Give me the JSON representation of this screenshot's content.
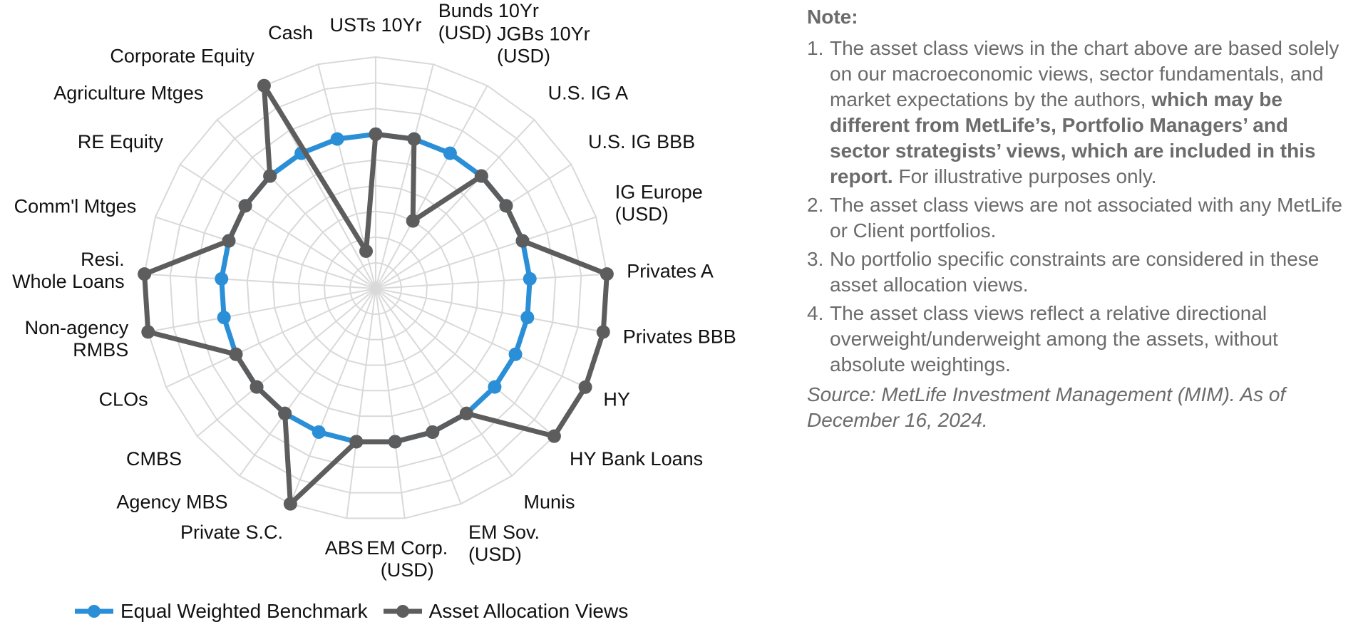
{
  "colors": {
    "benchmark": "#2a8fd6",
    "views": "#5d5d5d",
    "grid": "#d9d9d9"
  },
  "chart_data": {
    "type": "radar",
    "categories": [
      "USTs 10Yr",
      "Bunds 10Yr (USD)",
      "JGBs 10Yr (USD)",
      "U.S. IG A",
      "U.S. IG BBB",
      "IG Europe (USD)",
      "Privates A",
      "Privates BBB",
      "HY",
      "HY Bank Loans",
      "Munis",
      "EM Sov. (USD)",
      "EM Corp. (USD)",
      "ABS",
      "Private S.C.",
      "Agency MBS",
      "CMBS",
      "CLOs",
      "Non-agency RMBS",
      "Resi. Whole Loans",
      "Comm'l Mtges",
      "RE Equity",
      "Agriculture Mtges",
      "Corporate Equity",
      "Cash"
    ],
    "labels": [
      [
        "USTs 10Yr"
      ],
      [
        "Bunds 10Yr",
        "(USD)"
      ],
      [
        "JGBs 10Yr",
        "(USD)"
      ],
      [
        "U.S. IG A"
      ],
      [
        "U.S. IG BBB"
      ],
      [
        "IG Europe",
        "(USD)"
      ],
      [
        "Privates A"
      ],
      [
        "Privates BBB"
      ],
      [
        "HY"
      ],
      [
        "HY Bank Loans"
      ],
      [
        "Munis"
      ],
      [
        "EM Sov.",
        "(USD)"
      ],
      [
        "EM Corp.",
        "(USD)"
      ],
      [
        "ABS"
      ],
      [
        "Private S.C."
      ],
      [
        "Agency MBS"
      ],
      [
        "CMBS"
      ],
      [
        "CLOs"
      ],
      [
        "Non-agency",
        "RMBS"
      ],
      [
        "Resi.",
        "Whole Loans"
      ],
      [
        "Comm'l Mtges"
      ],
      [
        "RE Equity"
      ],
      [
        "Agriculture Mtges"
      ],
      [
        "Corporate Equity"
      ],
      [
        "Cash"
      ]
    ],
    "rmax": 9,
    "series": [
      {
        "name": "Equal Weighted Benchmark",
        "values": [
          6,
          6,
          6,
          6,
          6,
          6,
          6,
          6,
          6,
          6,
          6,
          6,
          6,
          6,
          6,
          6,
          6,
          6,
          6,
          6,
          6,
          6,
          6,
          6,
          6
        ]
      },
      {
        "name": "Asset Allocation Views",
        "values": [
          6,
          6,
          3,
          6,
          6,
          6,
          9,
          9,
          9,
          9,
          6,
          6,
          6,
          6,
          9,
          6,
          6,
          6,
          9,
          9,
          6,
          6,
          6,
          9,
          1.5
        ]
      }
    ],
    "grid": true,
    "legend_position": "bottom"
  },
  "note": {
    "title": "Note:",
    "items": [
      {
        "num": "1.",
        "text": "The asset class views in the chart above are based solely on our macroeconomic views, sector fundamentals, and market expectations by the authors,",
        "bold": "which may be different from MetLife’s, Portfolio Managers’ and sector strategists’ views, which are included in this report.",
        "after": "For illustrative purposes only."
      },
      {
        "num": "2.",
        "text": "The asset class views are not associated with any MetLife or Client portfolios."
      },
      {
        "num": "3.",
        "text": "No portfolio specific constraints are considered in these asset allocation views."
      },
      {
        "num": "4.",
        "text": "The asset class views reflect a relative directional overweight/underweight among the assets, without absolute weightings."
      }
    ],
    "source": "Source: MetLife Investment Management (MIM). As of December 16, 2024."
  }
}
